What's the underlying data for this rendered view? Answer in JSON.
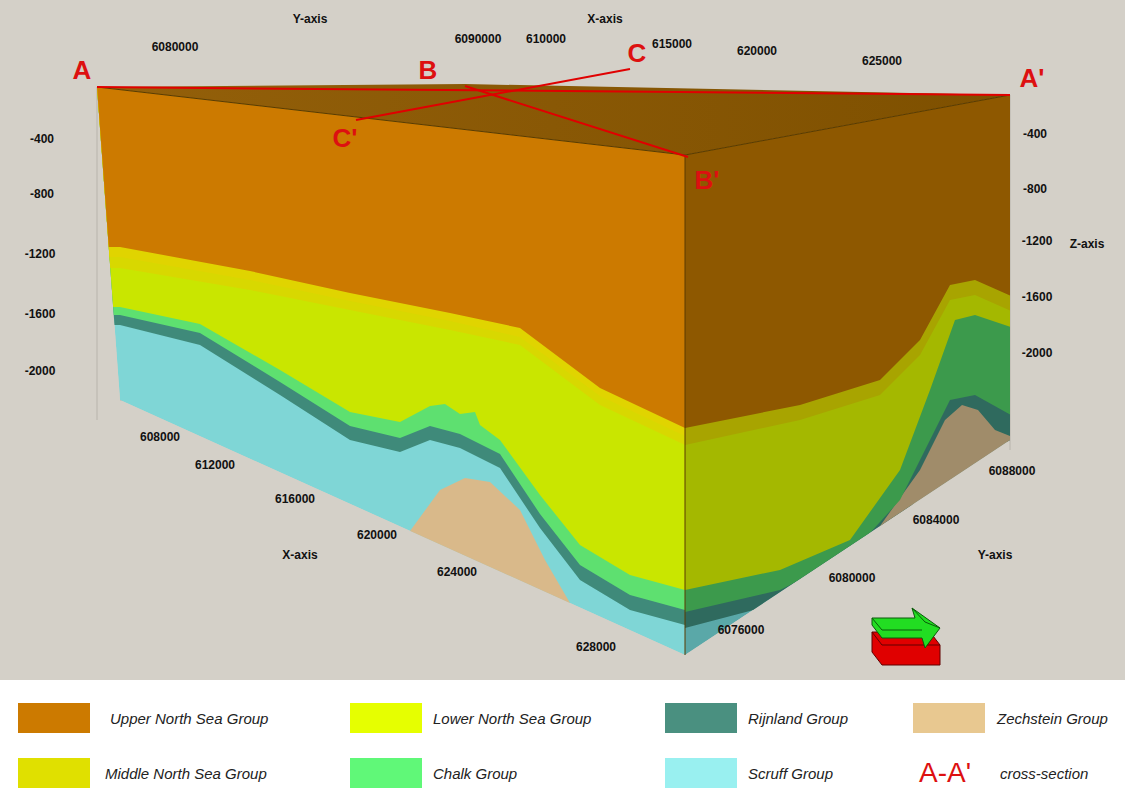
{
  "diagram": {
    "labels": [
      "Y-axis",
      "6080000",
      "6090000",
      "X-axis",
      "610000",
      "615000",
      "620000",
      "625000",
      "A",
      "B",
      "C",
      "A'",
      "C'",
      "B'",
      "-400",
      "-800",
      "-1200",
      "-1600",
      "-2000",
      "-400",
      "-800",
      "-1200",
      "Z-axis",
      "-1600",
      "-2000",
      "608000",
      "612000",
      "616000",
      "X-axis",
      "620000",
      "624000",
      "628000",
      "6088000",
      "6084000",
      "Y-axis",
      "6080000",
      "6076000",
      "A-A'"
    ],
    "legend": [
      {
        "text": "Upper North Sea Group",
        "color": "#cc7a00"
      },
      {
        "text": "Lower North Sea Group",
        "color": "#e6ff00"
      },
      {
        "text": "Rijnland Group",
        "color": "#4a9080"
      },
      {
        "text": "Zechstein Group",
        "color": "#e8c890"
      },
      {
        "text": "Middle North Sea Group",
        "color": "#e0e000"
      },
      {
        "text": "Chalk Group",
        "color": "#60f878"
      },
      {
        "text": "Scruff Group",
        "color": "#99f0f0"
      },
      {
        "text": "cross-section"
      }
    ]
  }
}
